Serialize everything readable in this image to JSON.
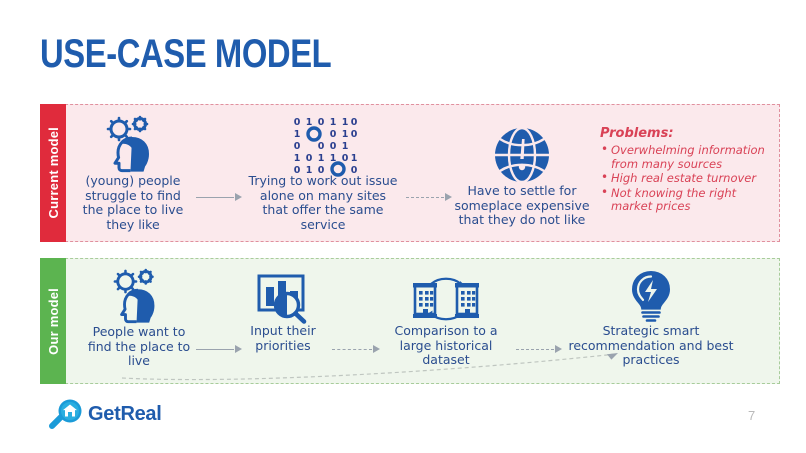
{
  "slide": {
    "title": "USE-CASE MODEL",
    "page_number": "7",
    "title_color": "#1F5CAD"
  },
  "rows": {
    "current": {
      "tab_label": "Current model",
      "tab_color": "#E02B3C",
      "bg_color": "#FBE9EC",
      "steps": [
        {
          "icon": "head-with-gears-icon",
          "caption": "(young) people struggle to find the place to live they like"
        },
        {
          "icon": "binary-data-icon",
          "caption": "Trying to work out issue alone on many sites that offer the same service"
        },
        {
          "icon": "globe-alert-icon",
          "caption": "Have to settle for someplace expensive that they do not like"
        }
      ],
      "problems": {
        "heading": "Problems:",
        "color": "#D94256",
        "items": [
          "Overwhelming information from many sources",
          "High real estate turnover",
          "Not knowing the right market prices"
        ]
      }
    },
    "our": {
      "tab_label": "Our model",
      "tab_color": "#5CB450",
      "bg_color": "#EFF6EC",
      "steps": [
        {
          "icon": "head-with-gears-icon",
          "caption": "People want to find the place to live"
        },
        {
          "icon": "bar-chart-magnifier-icon",
          "caption": "Input their priorities"
        },
        {
          "icon": "buildings-compare-icon",
          "caption": "Comparison to a large historical dataset"
        },
        {
          "icon": "lightbulb-idea-icon",
          "caption": "Strategic smart recommendation and best practices"
        }
      ]
    }
  },
  "footer": {
    "logo_text": "GetReal",
    "logo_icon": "magnifier-house-icon"
  }
}
